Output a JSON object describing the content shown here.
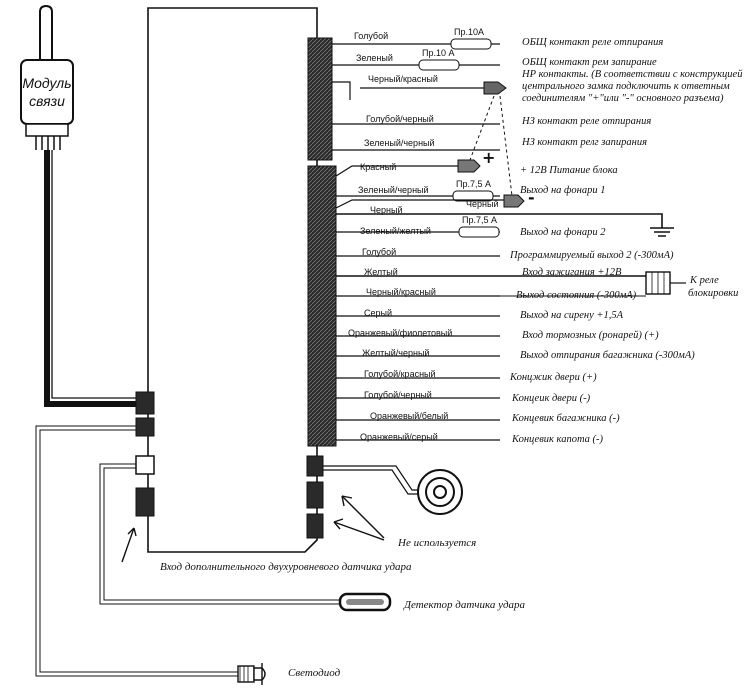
{
  "module": {
    "line1": "Модуль",
    "line2": "связи"
  },
  "upper_block": {
    "rows": [
      {
        "wire": "Голубой",
        "fuse": "Пр.10А",
        "fn": "ОБЩ контакт реле отпирания"
      },
      {
        "wire": "Зеленый",
        "fuse": "Пр.10 А",
        "fn": "ОБЩ контакт рем запирание"
      },
      {
        "wire": "Черный/красный",
        "fn": "НР контакты. (В соответствии с конструкцией"
      },
      {
        "wire": "Голубой/черный",
        "fn": "НЗ контакт реле отпирания"
      },
      {
        "wire": "Зеленый/черный",
        "fn": "НЗ контакт релг запирания"
      }
    ],
    "fn_extra": [
      "центрального замка подключить к ответным",
      "соединителям \"+\"или \"-\" основного разъема)"
    ]
  },
  "lower_block": {
    "rows": [
      {
        "wire": "Красный",
        "fn": "+ 12В Питание блока"
      },
      {
        "wire": "Зеленый/черный",
        "fuse": "Пр.7,5 А",
        "fn": "Выход на фонари 1"
      },
      {
        "wire": "Черный",
        "fn": ""
      },
      {
        "wire": "Зеленый/желтый",
        "fuse": "Пр.7,5 А",
        "fn": "Выход на фонари 2"
      },
      {
        "wire": "Голубой",
        "fn": "Программируемый выход 2 (-300мА)"
      },
      {
        "wire": "Желтый",
        "fn": "Вход зажигания +12В"
      },
      {
        "wire": "Черный/красный",
        "fn": "Выход состояния (-300мА)"
      },
      {
        "wire": "Серый",
        "fn": "Выход на сирену +1,5А"
      },
      {
        "wire": "Оранжевый/фиолетовый",
        "fn": "Вход тормозных (ронарей) (+)"
      },
      {
        "wire": "Желтый/черный",
        "fn": "Выход отпирания багажника (-300мА)"
      },
      {
        "wire": "Голубой/красный",
        "fn": "Концжик двери (+)"
      },
      {
        "wire": "Голубой/черный",
        "fn": "Концеик двери (-)"
      },
      {
        "wire": "Оранжевый/белый",
        "fn": "Концевик багажника (-)"
      },
      {
        "wire": "Оранжевый/серый",
        "fn": "Концевик капота (-)"
      }
    ]
  },
  "signs": {
    "plus": "+",
    "minus": "-",
    "black": "Черный"
  },
  "relay_label": {
    "line1": "К реле",
    "line2": "блокировки"
  },
  "labels": {
    "not_used": "Не используется",
    "shock_input": "Вход дополнительного двухуровневого датчика удара",
    "shock_detector": "Детектор датчика удара",
    "led": "Светодиод"
  },
  "colors": {
    "ink": "#111111",
    "connector": "#2a2a2a"
  }
}
